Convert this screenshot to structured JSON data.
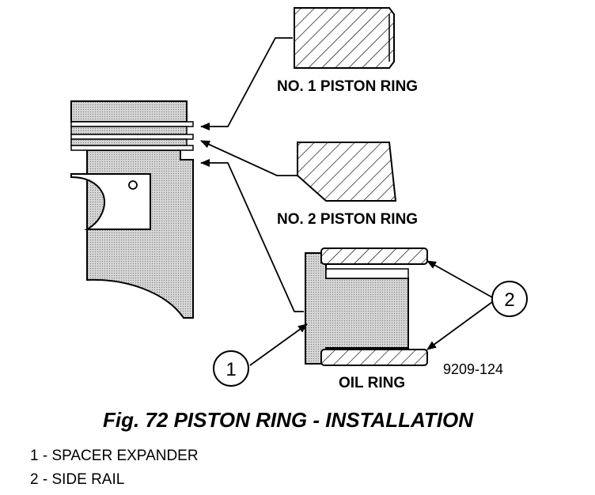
{
  "labels": {
    "ring1": "NO. 1 PISTON RING",
    "ring2": "NO. 2 PISTON RING",
    "oil": "OIL RING",
    "code": "9209-124"
  },
  "callouts": {
    "c1": "1",
    "c2": "2"
  },
  "caption": "Fig. 72 PISTON RING - INSTALLATION",
  "legend": [
    "1 - SPACER EXPANDER",
    "2 - SIDE RAIL"
  ]
}
